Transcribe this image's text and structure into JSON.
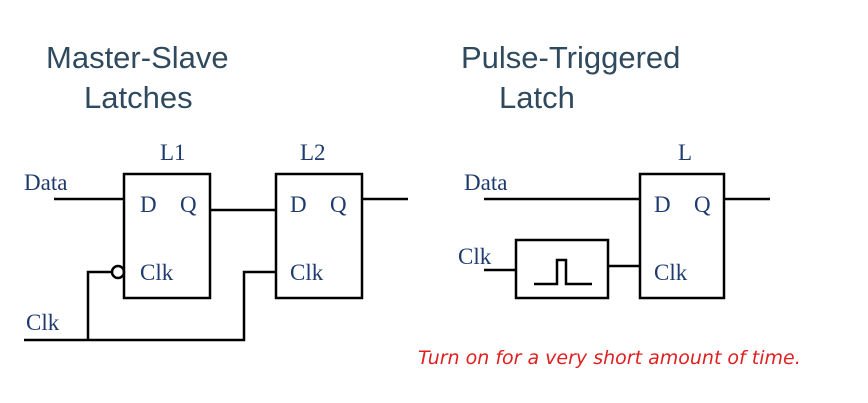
{
  "master_slave": {
    "title_line1": "Master-Slave",
    "title_line2": "Latches",
    "latch1_name": "L1",
    "latch2_name": "L2",
    "data_input": "Data",
    "clock_input": "Clk"
  },
  "pulse_triggered": {
    "title_line1": "Pulse-Triggered",
    "title_line2": "Latch",
    "latch_name": "L",
    "data_input": "Data",
    "clock_input": "Clk"
  },
  "ports": {
    "d": "D",
    "q": "Q",
    "clk": "Clk"
  },
  "note": "Turn on for a very short amount of time.",
  "colors": {
    "heading": "#2f4a5e",
    "labels": "#1f3a6e",
    "wires": "#000000",
    "note": "#e02020"
  }
}
